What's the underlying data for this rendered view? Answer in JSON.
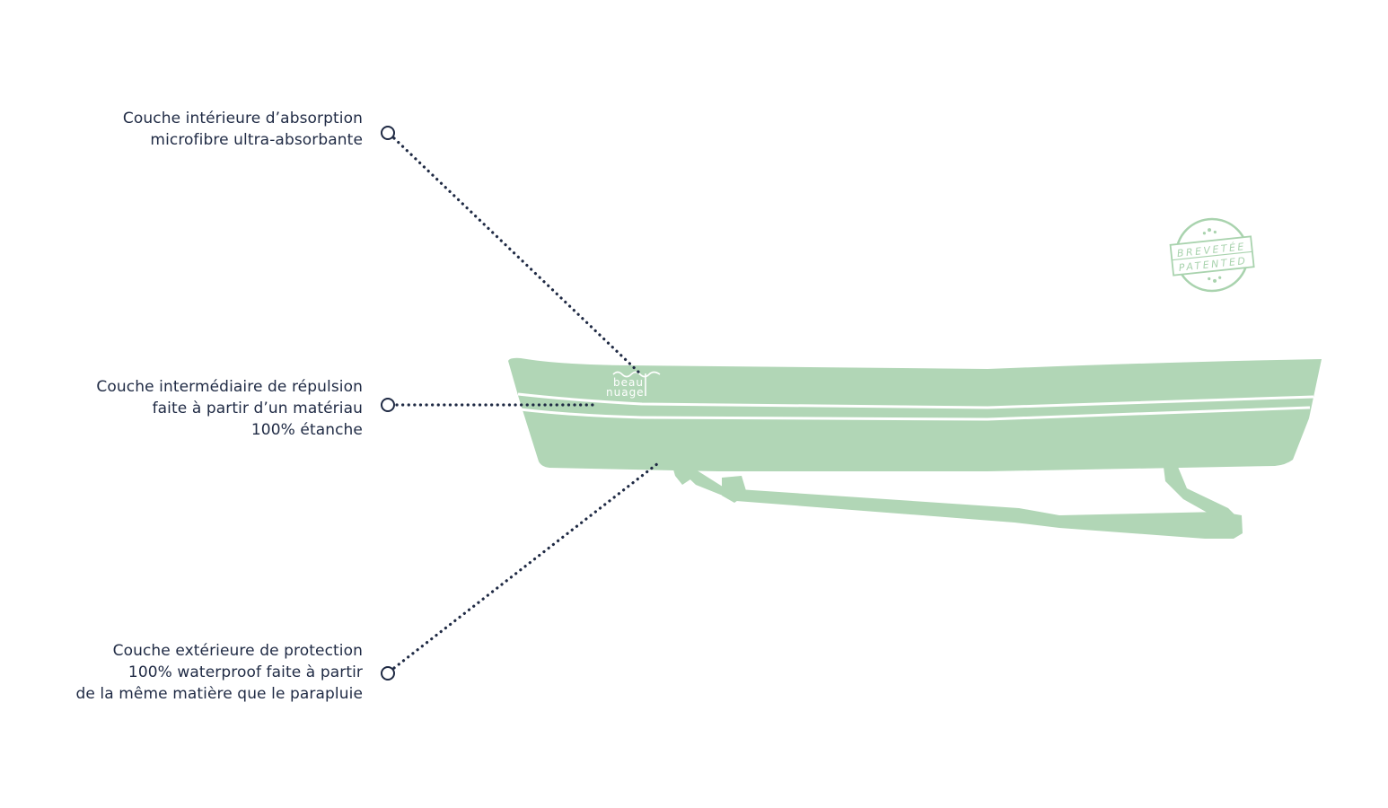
{
  "callouts": [
    {
      "id": "inner-layer",
      "lines": [
        "Couche intérieure d’absorption",
        "microfibre ultra-absorbante"
      ]
    },
    {
      "id": "middle-layer",
      "lines": [
        "Couche intermédiaire de répulsion",
        "faite à partir d’un matériau",
        "100% étanche"
      ]
    },
    {
      "id": "outer-layer",
      "lines": [
        "Couche extérieure de protection",
        "100% waterproof faite à partir",
        "de la même matière que le parapluie"
      ]
    }
  ],
  "product": {
    "logo_line1": "beau",
    "logo_line2": "nuage",
    "stamp_line1": "BREVETÉE",
    "stamp_line2": "PATENTED"
  },
  "colors": {
    "product_green": "#b1d6b6",
    "stamp_green": "#a9d3ae",
    "ink": "#1f2a44",
    "background": "#ffffff"
  }
}
